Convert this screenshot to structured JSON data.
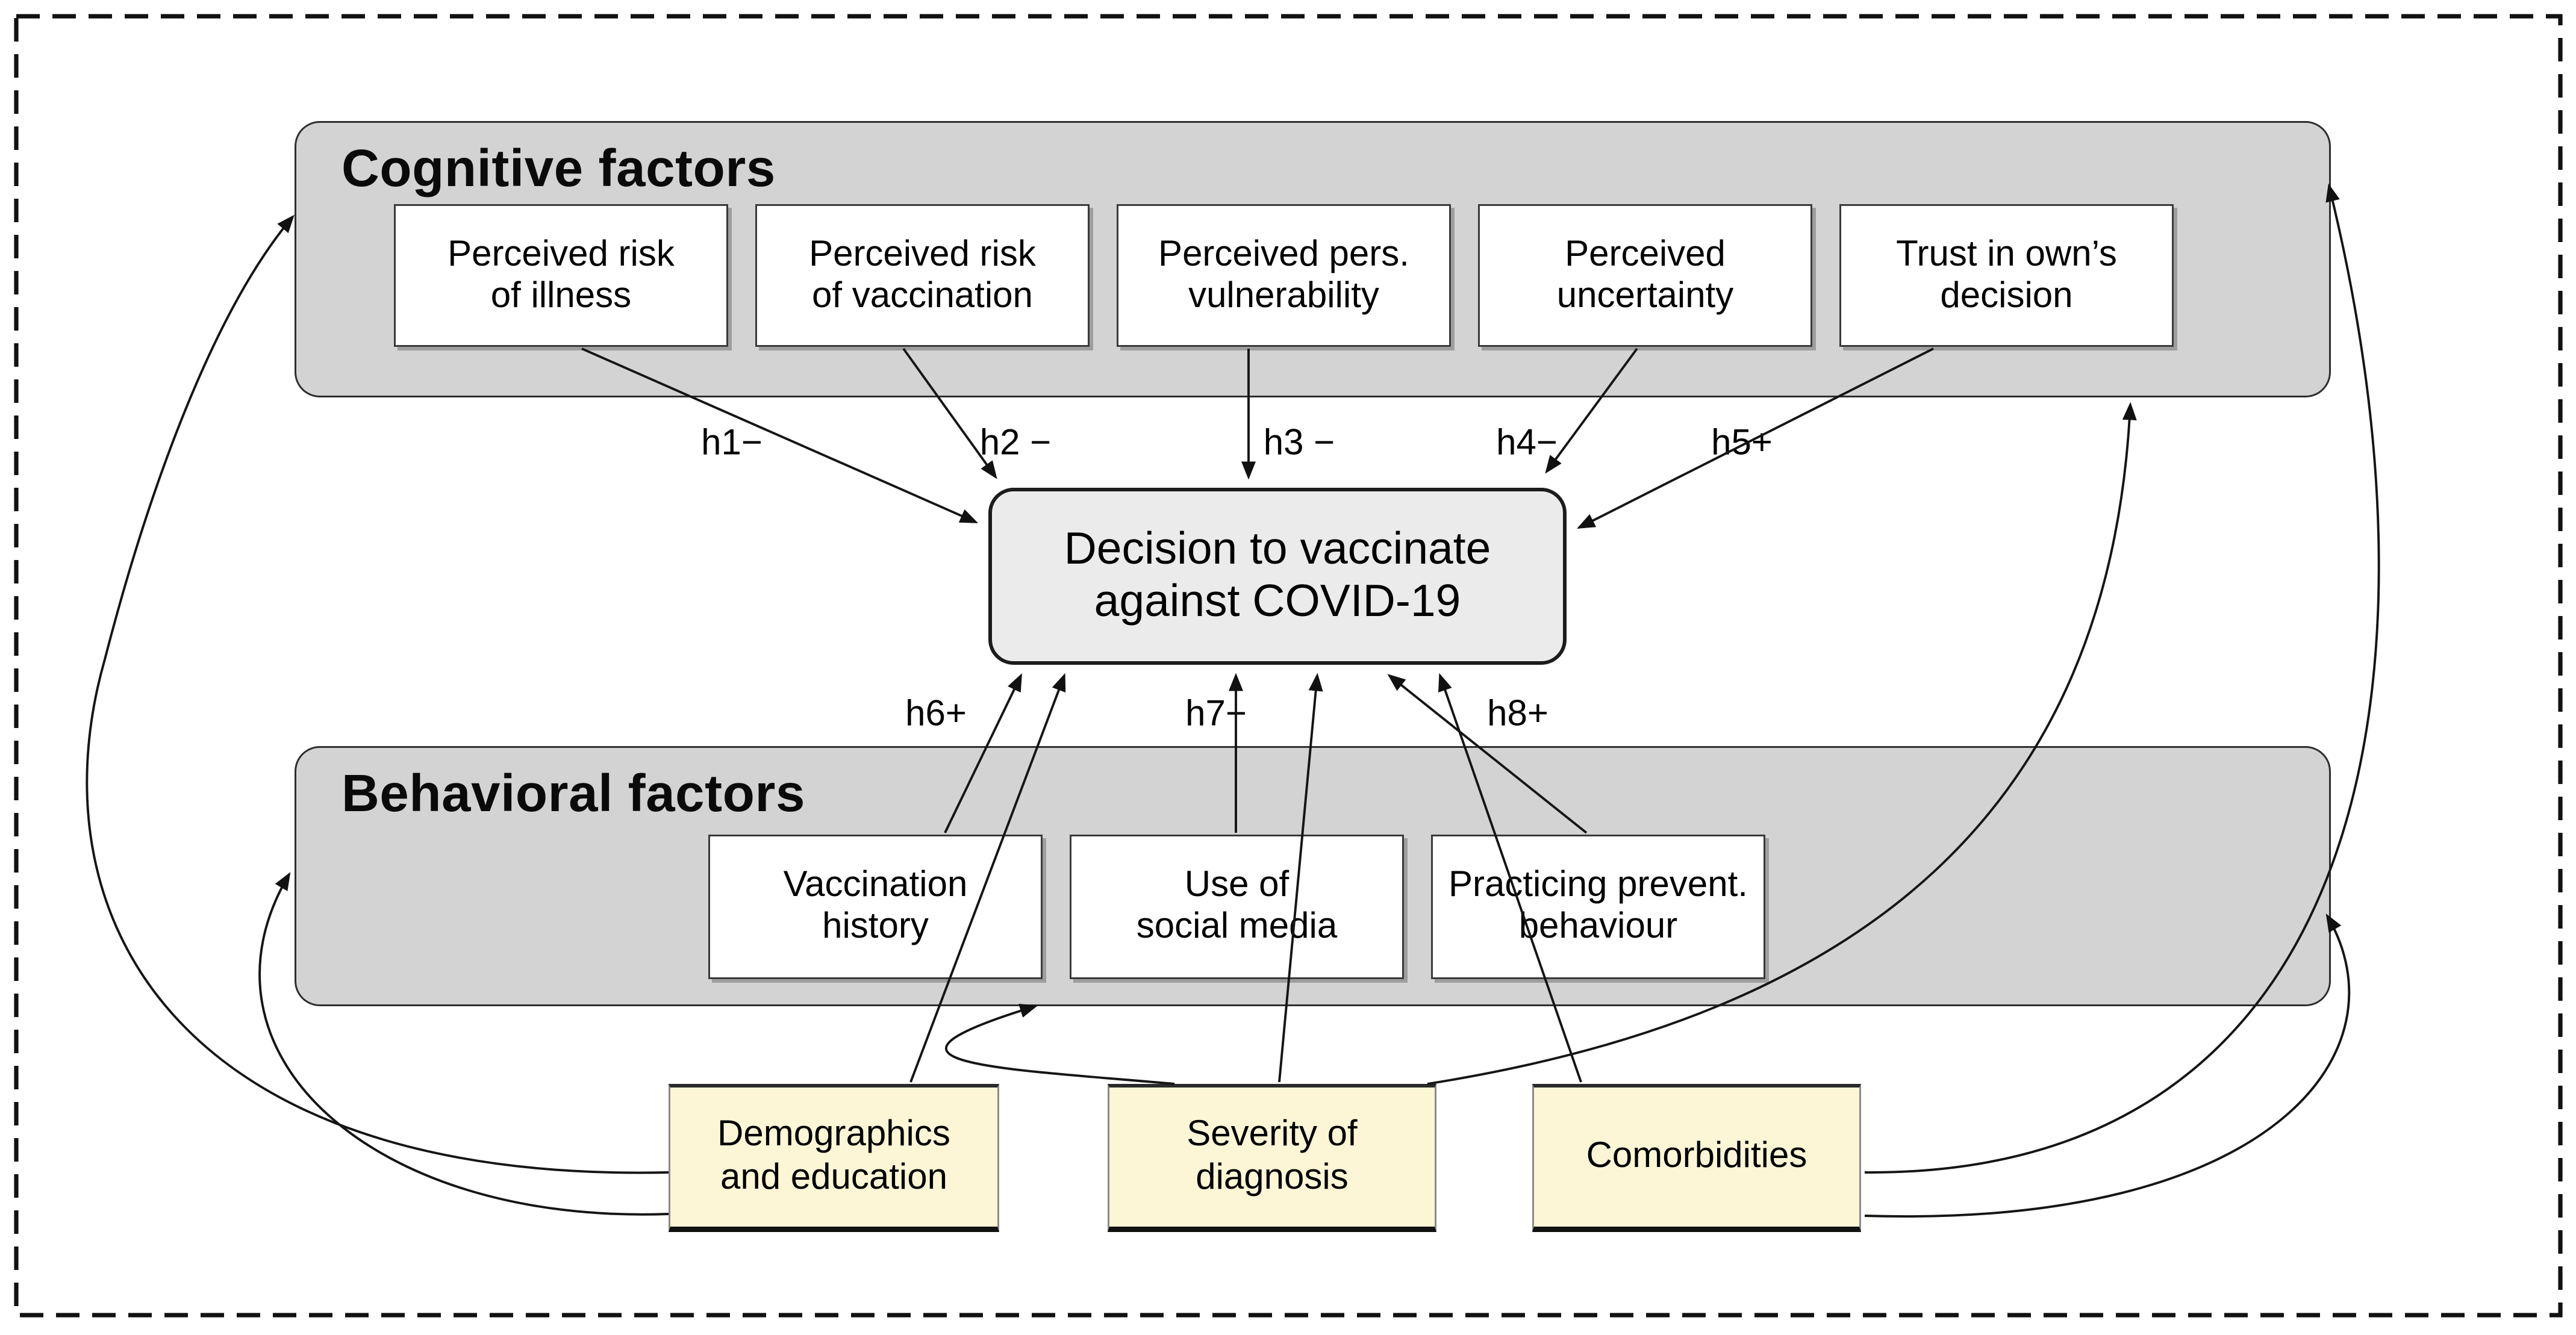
{
  "diagram": {
    "cognitive": {
      "title": "Cognitive factors",
      "boxes": [
        {
          "label": "Perceived risk\nof illness"
        },
        {
          "label": "Perceived risk\nof vaccination"
        },
        {
          "label": "Perceived pers.\nvulnerability"
        },
        {
          "label": "Perceived\nuncertainty"
        },
        {
          "label": "Trust in own’s\ndecision"
        }
      ]
    },
    "behavioral": {
      "title": "Behavioral factors",
      "boxes": [
        {
          "label": "Vaccination\nhistory"
        },
        {
          "label": "Use of\nsocial media"
        },
        {
          "label": "Practicing prevent.\nbehaviour"
        }
      ]
    },
    "decision": {
      "label": "Decision to vaccinate\nagainst COVID-19"
    },
    "determinants": [
      {
        "label": "Demographics\nand education"
      },
      {
        "label": "Severity of\ndiagnosis"
      },
      {
        "label": "Comorbidities"
      }
    ],
    "hypotheses": [
      {
        "id": "h1",
        "label": "h1−"
      },
      {
        "id": "h2",
        "label": "h2 −"
      },
      {
        "id": "h3",
        "label": "h3 −"
      },
      {
        "id": "h4",
        "label": "h4−"
      },
      {
        "id": "h5",
        "label": "h5+"
      },
      {
        "id": "h6",
        "label": "h6+"
      },
      {
        "id": "h7",
        "label": "h7−"
      },
      {
        "id": "h8",
        "label": "h8+"
      }
    ],
    "edges": [
      {
        "from": "Perceived risk of illness",
        "to": "Decision to vaccinate against COVID-19",
        "label": "h1−"
      },
      {
        "from": "Perceived risk of vaccination",
        "to": "Decision to vaccinate against COVID-19",
        "label": "h2 −"
      },
      {
        "from": "Perceived pers. vulnerability",
        "to": "Decision to vaccinate against COVID-19",
        "label": "h3 −"
      },
      {
        "from": "Perceived uncertainty",
        "to": "Decision to vaccinate against COVID-19",
        "label": "h4−"
      },
      {
        "from": "Trust in own’s decision",
        "to": "Decision to vaccinate against COVID-19",
        "label": "h5+"
      },
      {
        "from": "Vaccination history",
        "to": "Decision to vaccinate against COVID-19",
        "label": "h6+"
      },
      {
        "from": "Use of social media",
        "to": "Decision to vaccinate against COVID-19",
        "label": "h7−"
      },
      {
        "from": "Practicing prevent. behaviour",
        "to": "Decision to vaccinate against COVID-19",
        "label": "h8+"
      },
      {
        "from": "Demographics and education",
        "to": "Decision to vaccinate against COVID-19",
        "label": ""
      },
      {
        "from": "Severity of diagnosis",
        "to": "Decision to vaccinate against COVID-19",
        "label": ""
      },
      {
        "from": "Comorbidities",
        "to": "Decision to vaccinate against COVID-19",
        "label": ""
      },
      {
        "from": "Demographics and education",
        "to": "Cognitive factors",
        "label": ""
      },
      {
        "from": "Demographics and education",
        "to": "Behavioral factors",
        "label": ""
      },
      {
        "from": "Severity of diagnosis",
        "to": "Behavioral factors",
        "label": ""
      },
      {
        "from": "Severity of diagnosis",
        "to": "Cognitive factors",
        "label": ""
      },
      {
        "from": "Comorbidities",
        "to": "Behavioral factors",
        "label": ""
      },
      {
        "from": "Comorbidities",
        "to": "Cognitive factors",
        "label": ""
      }
    ],
    "colors": {
      "container_fill": "#d3d3d3",
      "decision_fill": "#ebebeb",
      "determinant_fill": "#fdf6d6",
      "factor_box_fill": "#ffffff",
      "line": "#111111"
    }
  }
}
